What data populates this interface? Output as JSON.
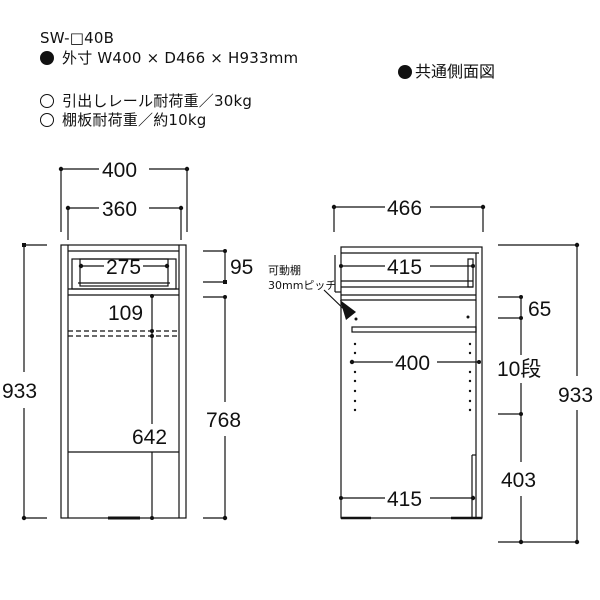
{
  "specs": {
    "model": "SW-□40B",
    "outer_label": "外寸",
    "outer_dims": "W400 × D466 × H933mm",
    "rail_load": "引出しレール耐荷重／30kg",
    "shelf_load": "棚板耐荷重／約10kg"
  },
  "side_view_title": "共通側面図",
  "front_view": {
    "width_outer": "400",
    "width_inner": "360",
    "drawer_inner": "275",
    "drawer_height": "95",
    "shelf_gap": "109",
    "lower_height": "642",
    "cabinet_height": "768",
    "total_height": "933"
  },
  "side_view": {
    "depth": "466",
    "drawer_depth": "415",
    "shelf_depth": "400",
    "bottom_depth": "415",
    "top_offset": "65",
    "shelf_positions": "10段",
    "lower_height": "403",
    "total_height": "933",
    "note_line1": "可動棚",
    "note_line2": "30mmピッチ"
  }
}
